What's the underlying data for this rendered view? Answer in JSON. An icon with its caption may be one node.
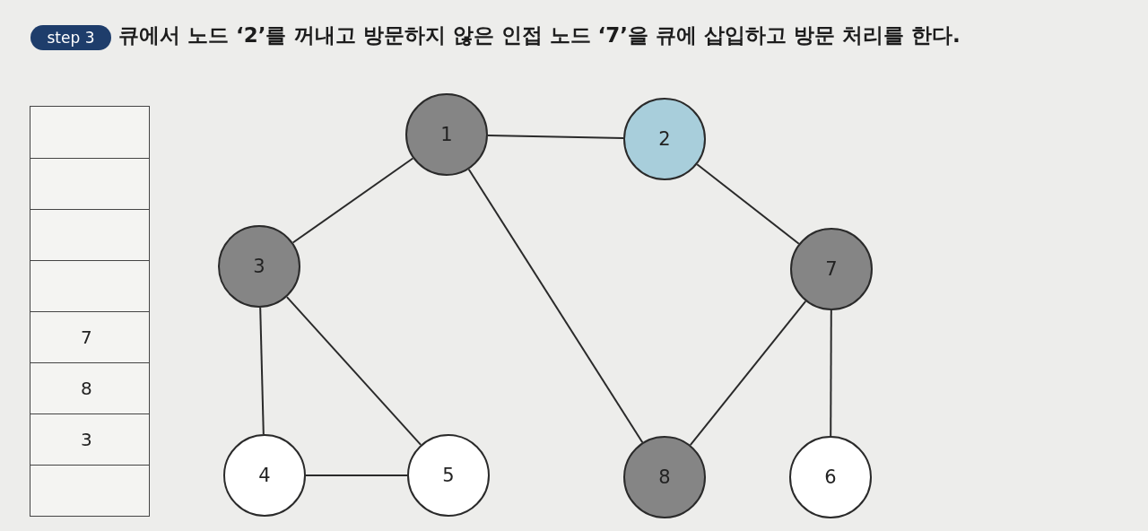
{
  "diagram": {
    "title": "큐에서 노드 ‘2’를 꺼내고 방문하지 않은 인접 노드 ‘7’을 큐에 삽입하고 방문 처리를 한다.",
    "nodes": [
      {
        "text": [
          "step 3"
        ]
      },
      {
        "text": [
          "1"
        ]
      },
      {
        "text": [
          "2"
        ]
      },
      {
        "text": [
          "3"
        ]
      },
      {
        "text": [
          "7"
        ]
      },
      {
        "text": [
          "4"
        ]
      },
      {
        "text": [
          "5"
        ]
      },
      {
        "text": [
          "8"
        ]
      },
      {
        "text": [
          "6"
        ]
      }
    ],
    "edges": [
      {
        "from": 1,
        "to": 2,
        "arrow": "none"
      },
      {
        "from": 1,
        "to": 3,
        "arrow": "none"
      },
      {
        "from": 1,
        "to": 7,
        "arrow": "none"
      },
      {
        "from": 2,
        "to": 4,
        "arrow": "none"
      },
      {
        "from": 3,
        "to": 5,
        "arrow": "none"
      },
      {
        "from": 3,
        "to": 6,
        "arrow": "none"
      },
      {
        "from": 5,
        "to": 6,
        "arrow": "none"
      },
      {
        "from": 4,
        "to": 7,
        "arrow": "none"
      },
      {
        "from": 4,
        "to": 8,
        "arrow": "none"
      }
    ],
    "labels": [
      "7",
      "8",
      "3"
    ]
  }
}
